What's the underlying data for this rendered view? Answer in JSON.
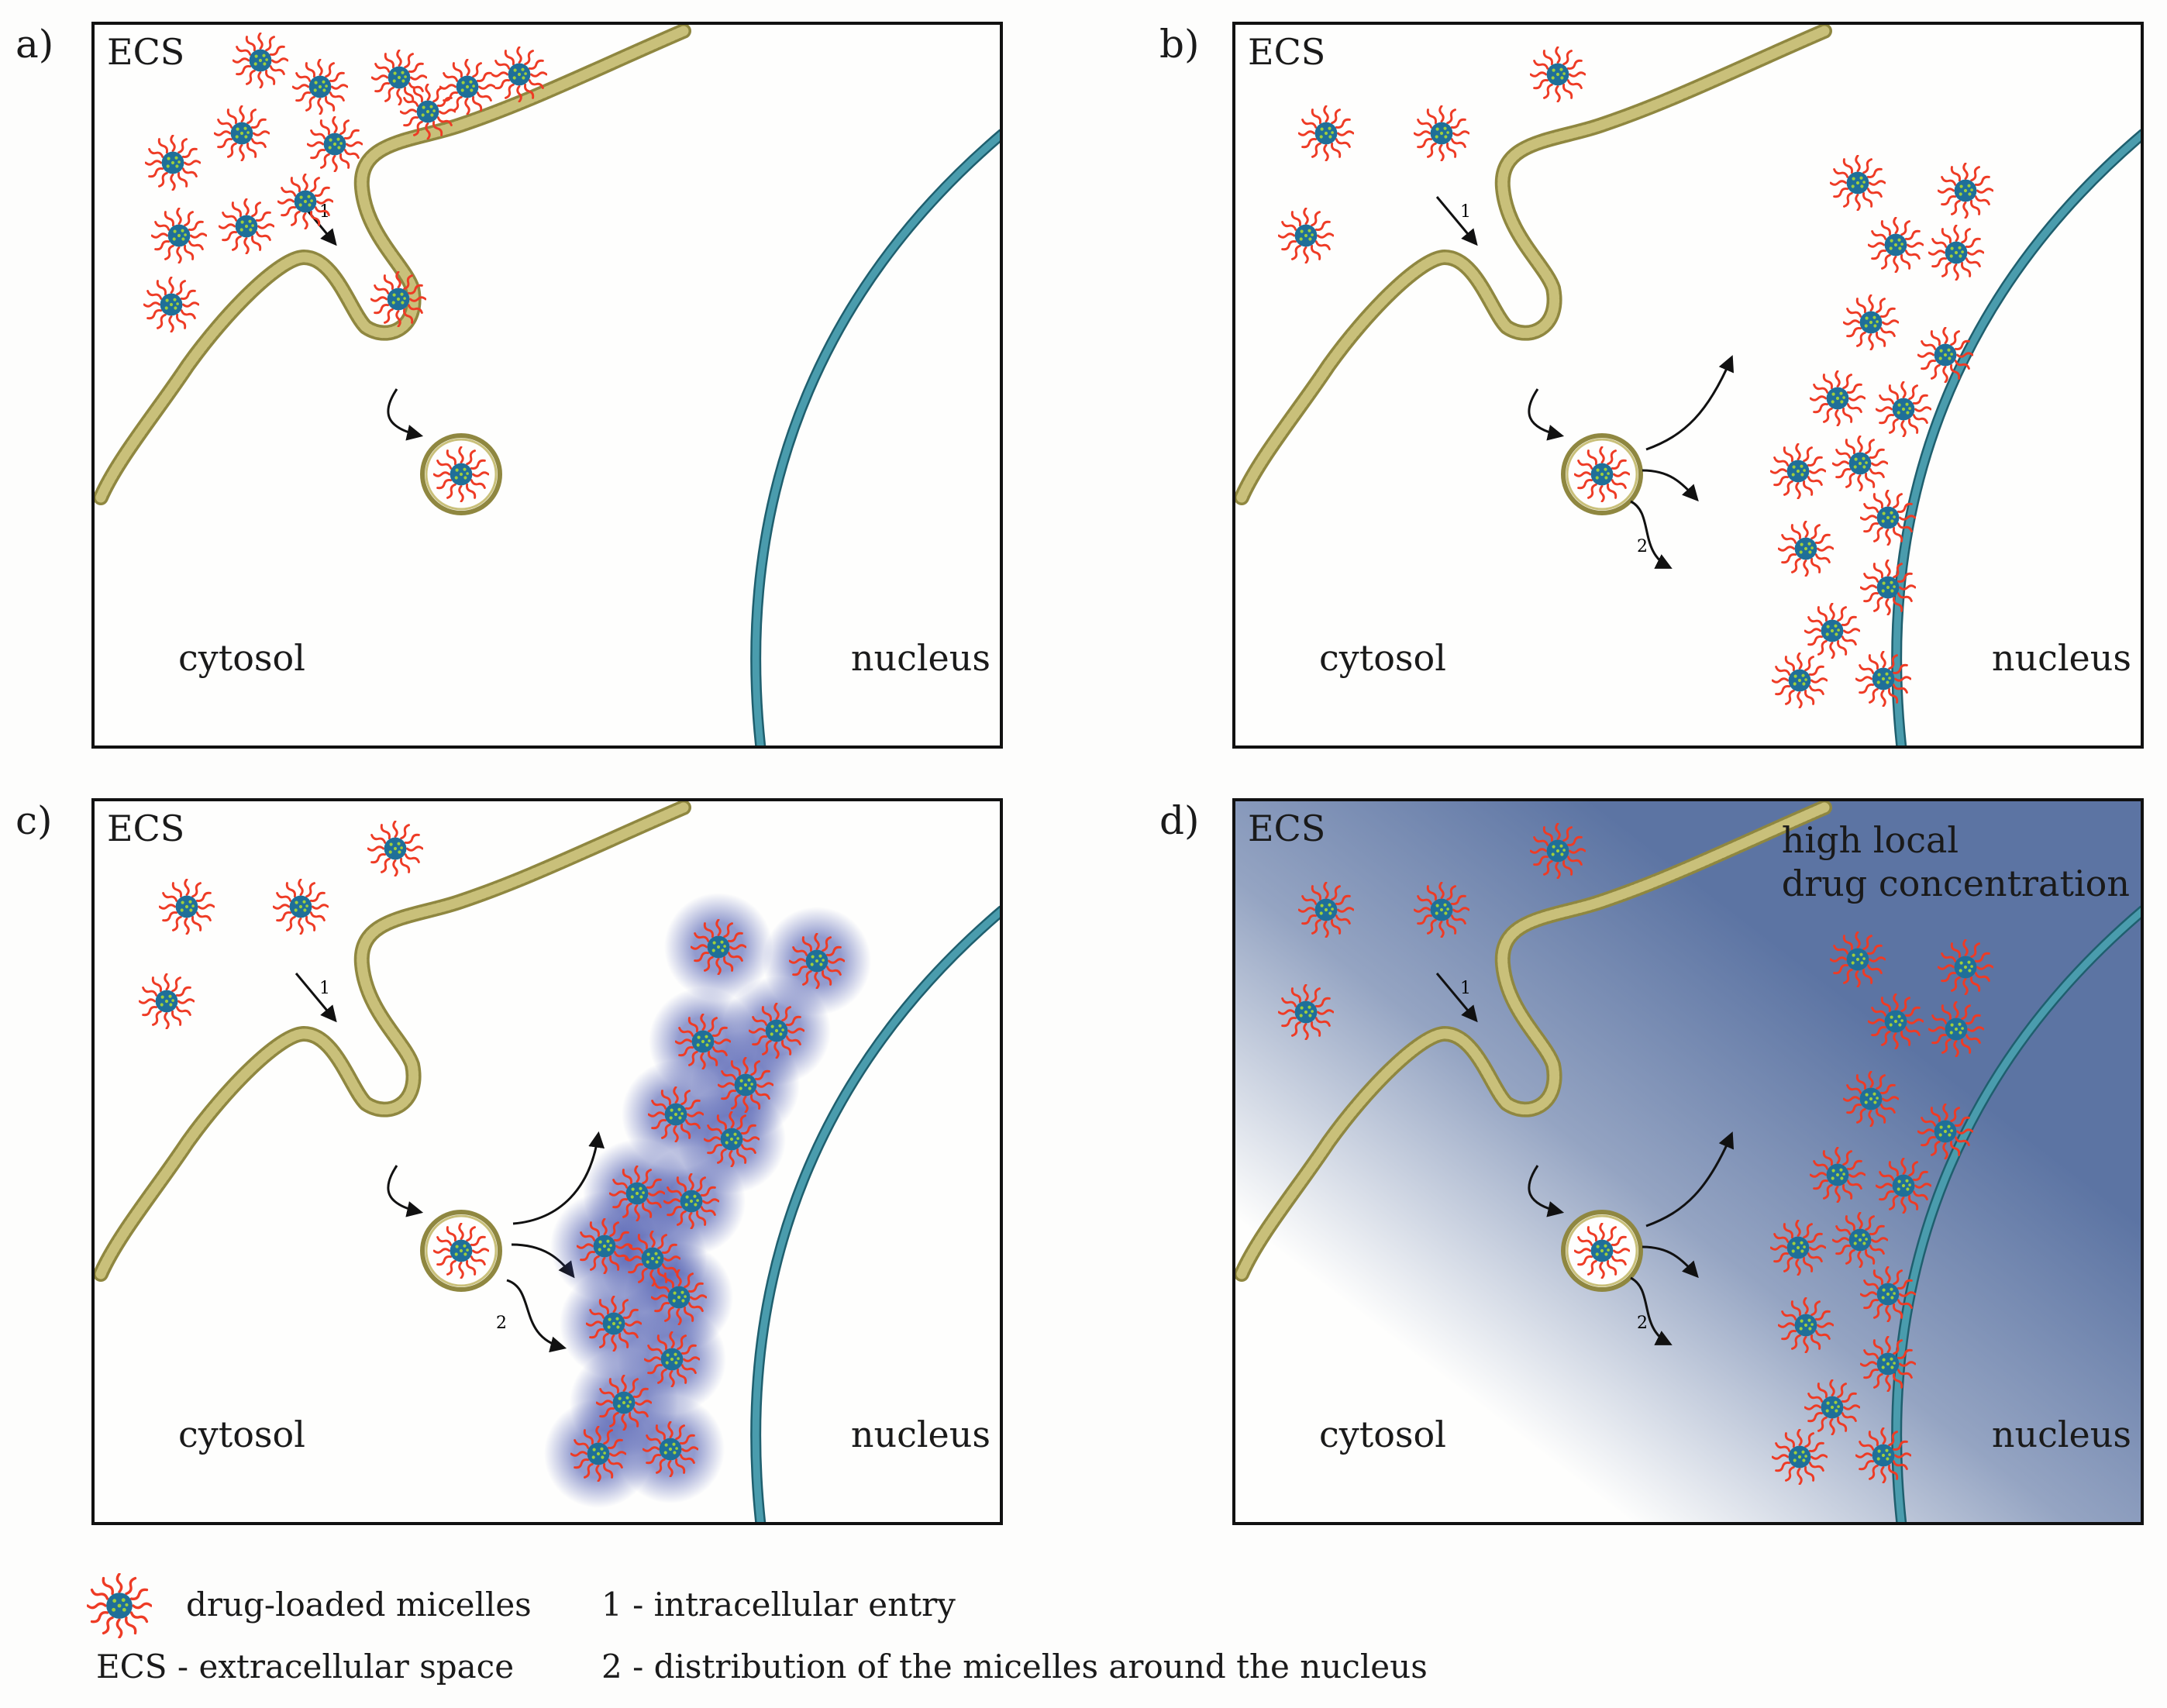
{
  "panel_labels": [
    "a)",
    "b)",
    "c)",
    "d)"
  ],
  "ecs": "ECS",
  "cytosol": "cytosol",
  "nucleus": "nucleus",
  "step1": "1",
  "step2": "2",
  "high_local": "high local\ndrug concentration",
  "legend": {
    "micelles": "drug-loaded micelles",
    "ecs": "ECS - extracellular space",
    "entry": "1 - intracellular entry",
    "distribution": "2 - distribution of the micelles around the nucleus"
  },
  "colors": {
    "membrane": "#b9b06a",
    "nucleus_envelope": "#3e8fa0",
    "micelle_corona": "#ee3b25",
    "micelle_core": "#1f6f99",
    "gradient": "#5c74a3"
  }
}
